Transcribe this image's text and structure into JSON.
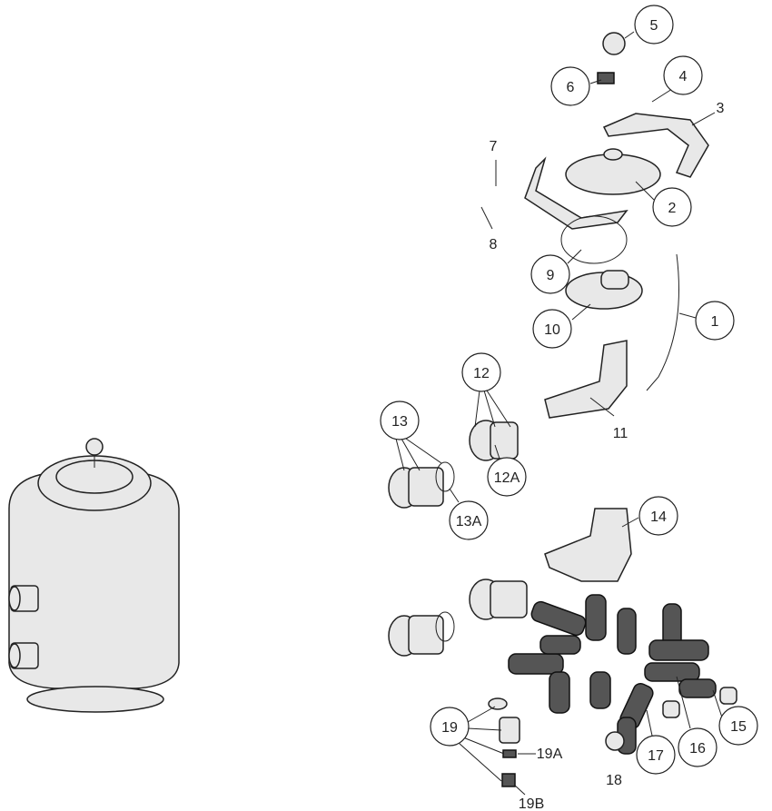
{
  "diagram": {
    "type": "exploded-parts-view",
    "callouts": [
      {
        "id": "5",
        "label": "5",
        "circled": true
      },
      {
        "id": "6",
        "label": "6",
        "circled": true
      },
      {
        "id": "4",
        "label": "4",
        "circled": true
      },
      {
        "id": "3",
        "label": "3",
        "circled": false
      },
      {
        "id": "7",
        "label": "7",
        "circled": false
      },
      {
        "id": "8",
        "label": "8",
        "circled": false
      },
      {
        "id": "2",
        "label": "2",
        "circled": true
      },
      {
        "id": "9",
        "label": "9",
        "circled": true
      },
      {
        "id": "10",
        "label": "10",
        "circled": true
      },
      {
        "id": "1",
        "label": "1",
        "circled": true
      },
      {
        "id": "11",
        "label": "11",
        "circled": false
      },
      {
        "id": "12",
        "label": "12",
        "circled": true
      },
      {
        "id": "12A",
        "label": "12A",
        "circled": true
      },
      {
        "id": "13",
        "label": "13",
        "circled": true
      },
      {
        "id": "13A",
        "label": "13A",
        "circled": true
      },
      {
        "id": "14",
        "label": "14",
        "circled": true
      },
      {
        "id": "15",
        "label": "15",
        "circled": true
      },
      {
        "id": "16",
        "label": "16",
        "circled": true
      },
      {
        "id": "17",
        "label": "17",
        "circled": true
      },
      {
        "id": "18",
        "label": "18",
        "circled": false
      },
      {
        "id": "19",
        "label": "19",
        "circled": true
      },
      {
        "id": "19A",
        "label": "19A",
        "circled": false
      },
      {
        "id": "19B",
        "label": "19B",
        "circled": false
      }
    ]
  }
}
